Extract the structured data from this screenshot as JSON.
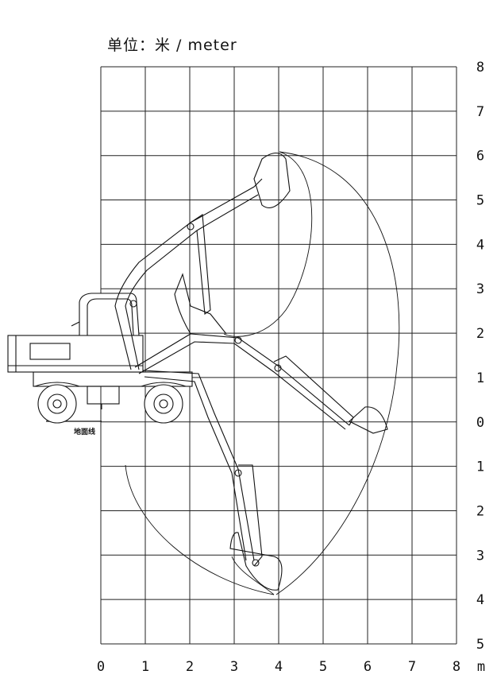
{
  "title": "单位：米 / meter",
  "unit_label": "m",
  "ground_label": "地面线",
  "x_ticks": [
    "0",
    "1",
    "2",
    "3",
    "4",
    "5",
    "6",
    "7",
    "8"
  ],
  "y_ticks": [
    "8",
    "7",
    "6",
    "5",
    "4",
    "3",
    "2",
    "1",
    "0",
    "1",
    "2",
    "3",
    "4",
    "5"
  ],
  "grid": {
    "x_range": [
      0,
      8
    ],
    "y_range": [
      -5,
      8
    ],
    "step": 1
  }
}
